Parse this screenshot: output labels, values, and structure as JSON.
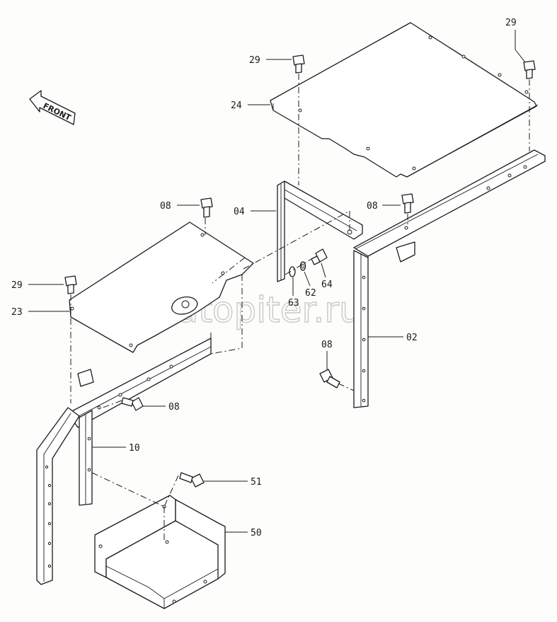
{
  "diagram": {
    "front_label": "FRONT",
    "watermark": "autopiter.ru",
    "callouts": [
      {
        "id": "c29-top",
        "label": "29"
      },
      {
        "id": "c29-right",
        "label": "29"
      },
      {
        "id": "c24",
        "label": "24"
      },
      {
        "id": "c08-top",
        "label": "08"
      },
      {
        "id": "c04",
        "label": "04"
      },
      {
        "id": "c08-right",
        "label": "08"
      },
      {
        "id": "c29-left",
        "label": "29"
      },
      {
        "id": "c23",
        "label": "23"
      },
      {
        "id": "c63",
        "label": "63"
      },
      {
        "id": "c62",
        "label": "62"
      },
      {
        "id": "c64",
        "label": "64"
      },
      {
        "id": "c02",
        "label": "02"
      },
      {
        "id": "c08-mid",
        "label": "08"
      },
      {
        "id": "c08-left",
        "label": "08"
      },
      {
        "id": "c10",
        "label": "10"
      },
      {
        "id": "c51",
        "label": "51"
      },
      {
        "id": "c50",
        "label": "50"
      }
    ]
  }
}
